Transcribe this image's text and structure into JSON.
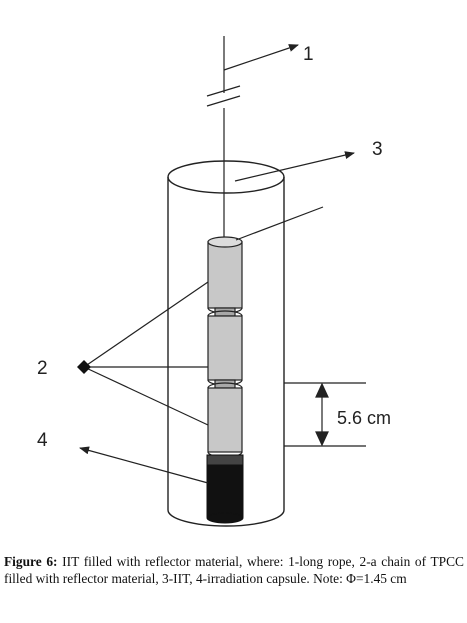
{
  "figure": {
    "labels": {
      "rope": "1",
      "chain": "2",
      "tube": "3",
      "capsule": "4"
    },
    "dimension": "5.6 cm"
  },
  "caption": {
    "lead": "Figure 6:",
    "text": " IIT filled with reflector material, where: 1-long rope, 2-a chain of TPCC filled with reflector material, 3-IIT, 4-irradiation capsule. Note: Φ=1.45 cm"
  },
  "colors": {
    "line": "#222222",
    "canister_fill": "#c8c8c8",
    "capsule_fill": "#111111",
    "background": "#ffffff"
  }
}
